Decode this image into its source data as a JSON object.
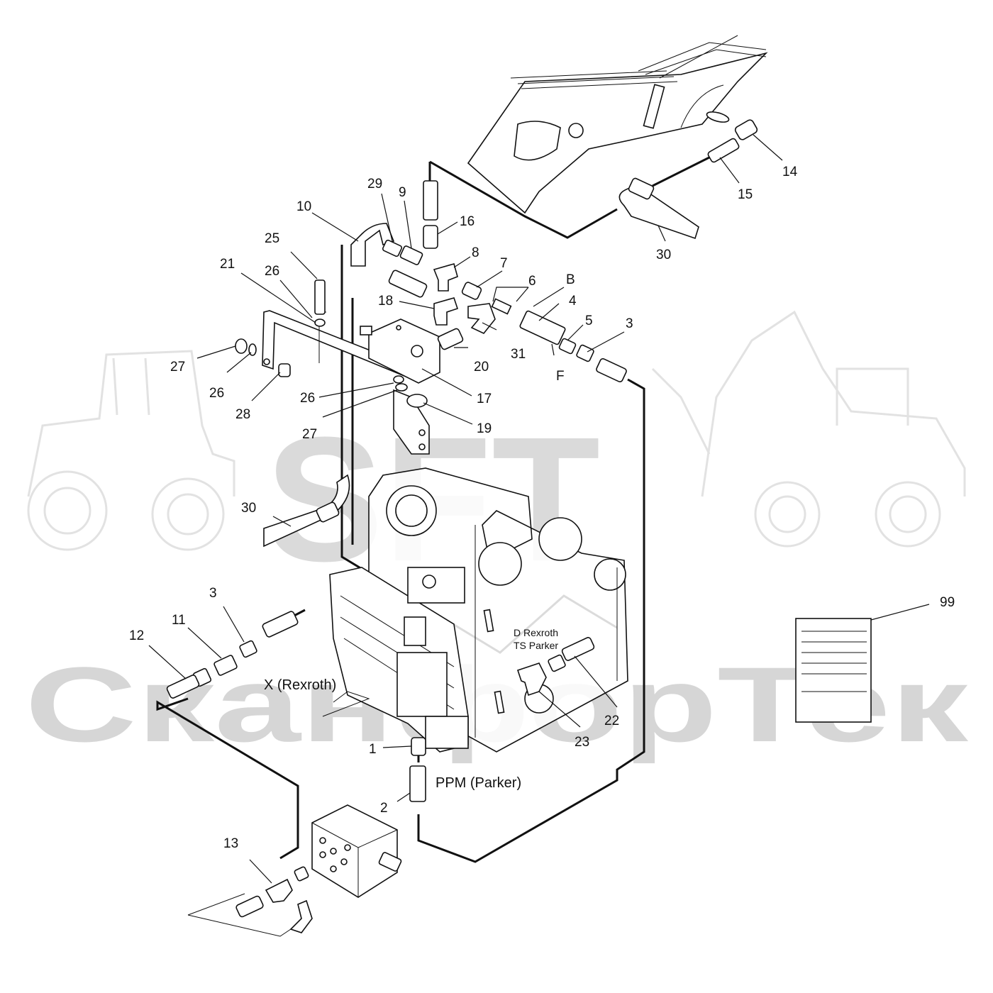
{
  "watermark": {
    "top": "SFT",
    "bottom": "СканфорТек"
  },
  "notes": {
    "x_rexroth": "X (Rexroth)",
    "ppm_parker": "PPM (Parker)",
    "d_rexroth": "D Rexroth",
    "ts_parker": "TS Parker",
    "b": "B",
    "f": "F"
  },
  "callouts": {
    "c1": "1",
    "c2": "2",
    "c3a": "3",
    "c3b": "3",
    "c4": "4",
    "c5": "5",
    "c6": "6",
    "c7": "7",
    "c8": "8",
    "c9": "9",
    "c10": "10",
    "c11": "11",
    "c12": "12",
    "c13": "13",
    "c14": "14",
    "c15": "15",
    "c16": "16",
    "c17": "17",
    "c18": "18",
    "c19": "19",
    "c20": "20",
    "c21": "21",
    "c22": "22",
    "c23": "23",
    "c25": "25",
    "c26a": "26",
    "c26b": "26",
    "c26c": "26",
    "c27a": "27",
    "c27b": "27",
    "c28": "28",
    "c29": "29",
    "c30a": "30",
    "c30b": "30",
    "c31": "31",
    "c99": "99"
  },
  "icons": {
    "watermark_tractor": "tractor-outline",
    "watermark_excavator": "excavator-outline",
    "document": "document-icon"
  }
}
